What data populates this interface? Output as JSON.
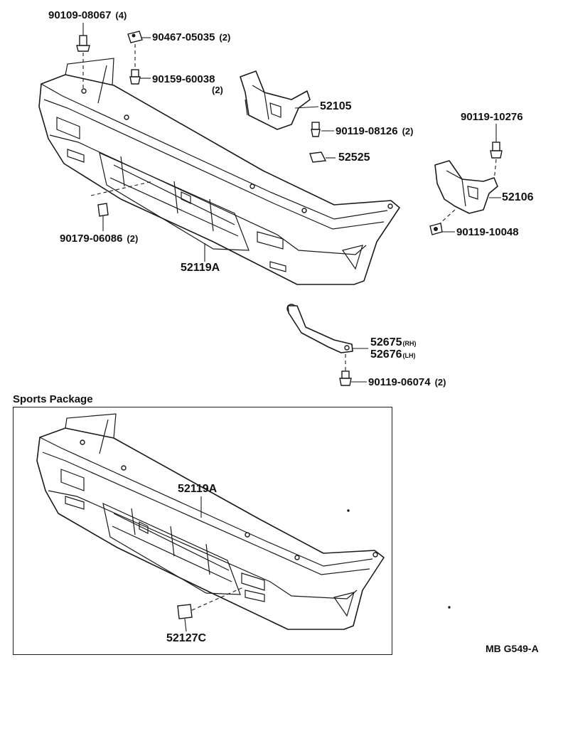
{
  "parts": {
    "bolt_top": {
      "number": "90109-08067",
      "qty": "(4)"
    },
    "nut_top": {
      "number": "90467-05035",
      "qty": "(2)"
    },
    "screw_top": {
      "number": "90159-60038",
      "qty": "(2)"
    },
    "bracket_center": {
      "number": "52105"
    },
    "bolt_center": {
      "number": "90119-08126",
      "qty": "(2)"
    },
    "nut_center": {
      "number": "52525"
    },
    "bolt_right_top": {
      "number": "90119-10276"
    },
    "bracket_right": {
      "number": "52106"
    },
    "bolt_right_bottom": {
      "number": "90119-10048"
    },
    "clip_left": {
      "number": "90179-06086",
      "qty": "(2)"
    },
    "bumper_cover": {
      "number": "52119A"
    },
    "stay_rh": {
      "number": "52675",
      "side": "(RH)"
    },
    "stay_lh": {
      "number": "52676",
      "side": "(LH)"
    },
    "bolt_stay": {
      "number": "90119-06074",
      "qty": "(2)"
    }
  },
  "sports_package": {
    "title": "Sports Package",
    "bumper_cover": {
      "number": "52119A"
    },
    "clip": {
      "number": "52127C"
    }
  },
  "reference": "MB G549-A"
}
